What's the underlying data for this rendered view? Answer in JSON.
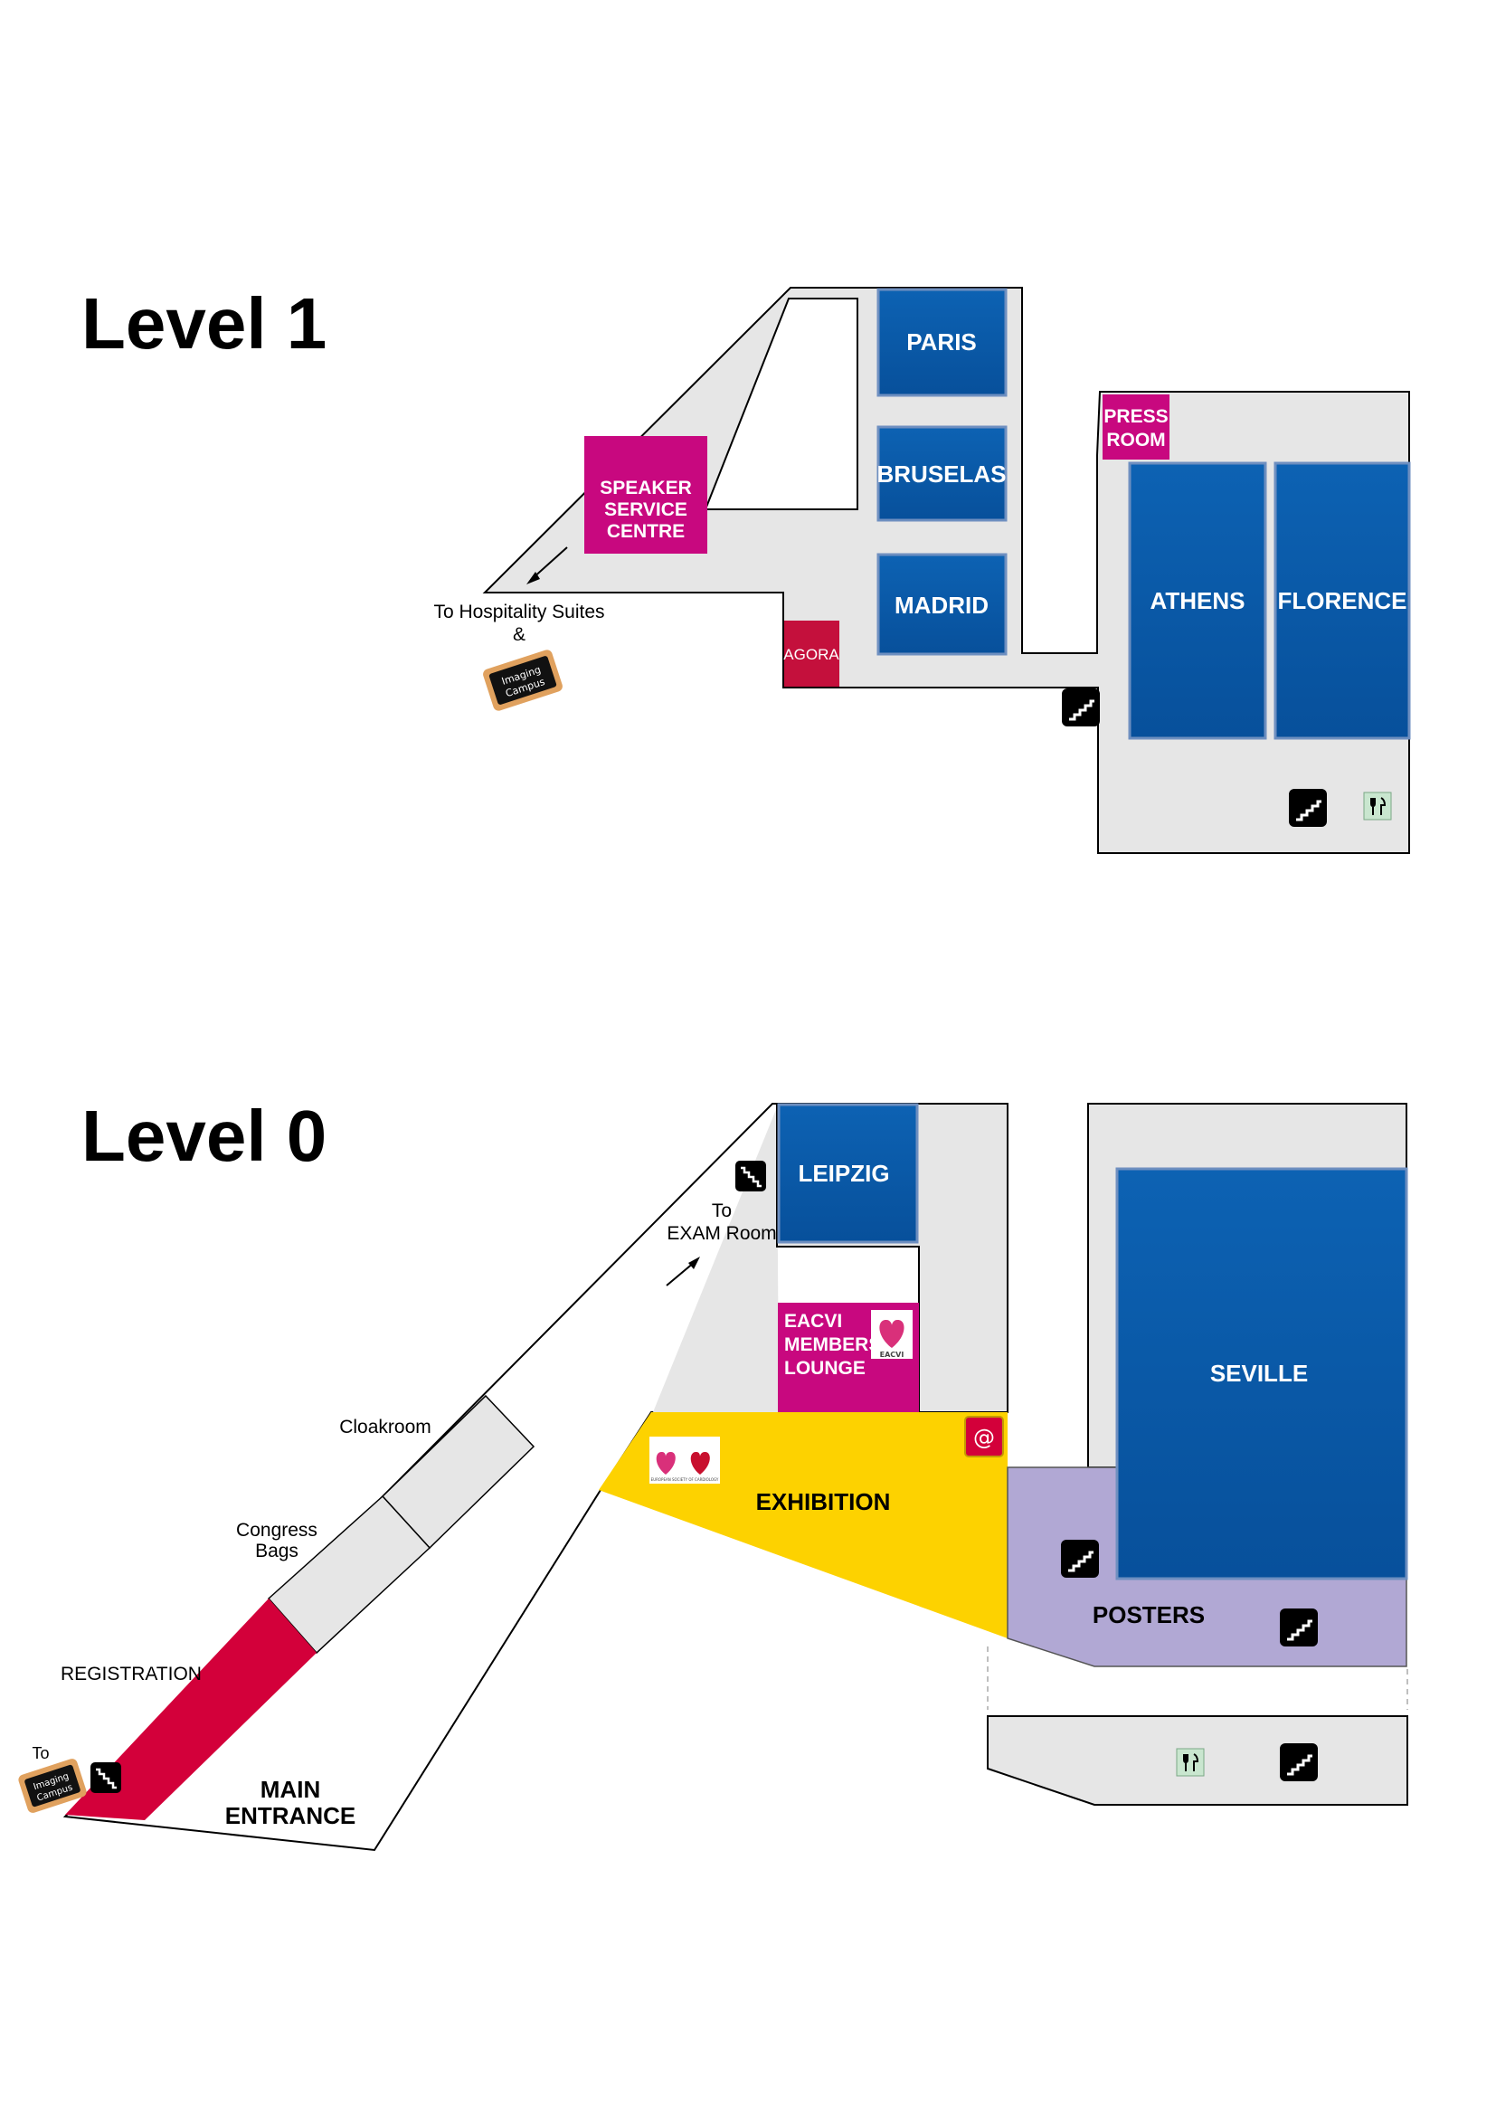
{
  "level1": {
    "title": "Level 1",
    "rooms": {
      "paris": "PARIS",
      "bruselas": "BRUSELAS",
      "madrid": "MADRID",
      "athens": "ATHENS",
      "florence": "FLORENCE",
      "agora": "AGORA"
    },
    "speaker_service": [
      "SPEAKER",
      "SERVICE",
      "CENTRE"
    ],
    "press_room": [
      "PRESS",
      "ROOM"
    ],
    "to_hospitality": [
      "To Hospitality Suites",
      "&"
    ],
    "imaging_campus": [
      "Imaging",
      "Campus"
    ]
  },
  "level0": {
    "title": "Level 0",
    "rooms": {
      "leipzig": "LEIPZIG",
      "seville": "SEVILLE",
      "exhibition": "EXHIBITION",
      "posters": "POSTERS"
    },
    "eacvi_lounge": [
      "EACVI",
      "MEMBERS",
      "LOUNGE"
    ],
    "eacvi_logo_text": "EACVI",
    "esc_logo_text": "EUROPEAN SOCIETY OF CARDIOLOGY",
    "to_exam": [
      "To",
      "EXAM Room"
    ],
    "cloakroom": "Cloakroom",
    "congress_bags": [
      "Congress",
      "Bags"
    ],
    "registration": "REGISTRATION",
    "main_entrance": [
      "MAIN",
      "ENTRANCE"
    ],
    "to_imaging": "To",
    "imaging_campus": [
      "Imaging",
      "Campus"
    ],
    "internet_symbol": "@"
  },
  "colors": {
    "room_blue": "#0a5aa8",
    "magenta": "#c8087f",
    "crimson": "#d3003a",
    "yellow": "#fdd200",
    "lavender": "#b1a8d4",
    "floor_grey": "#e6e6e6",
    "restaurant_green": "#c9e6cf"
  },
  "icons": [
    "stairs-icon",
    "restaurant-icon",
    "internet-icon",
    "imaging-campus-sign",
    "direction-arrow"
  ]
}
